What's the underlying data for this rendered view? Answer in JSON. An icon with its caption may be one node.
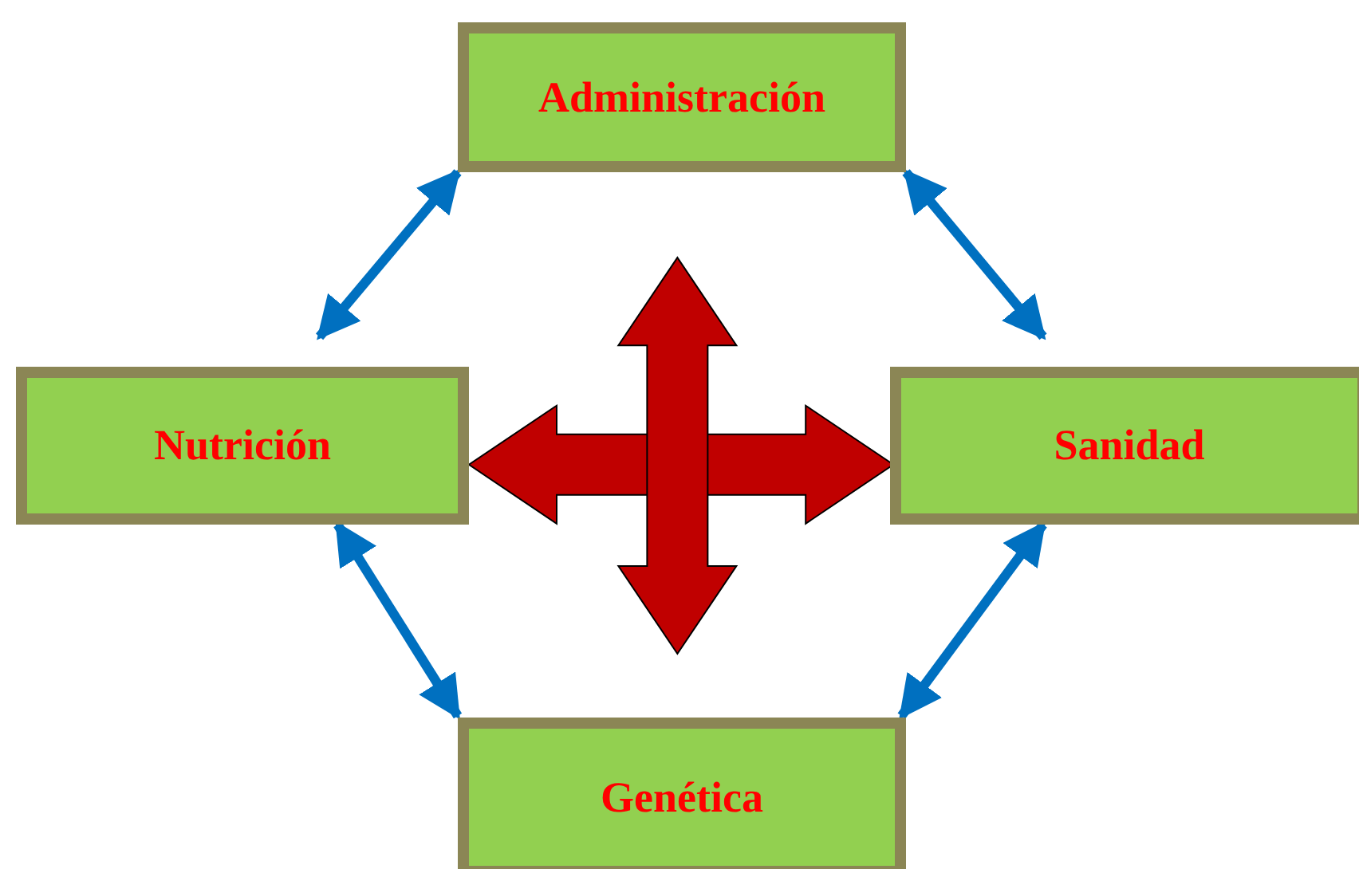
{
  "diagram": {
    "nodes": [
      {
        "text": [
          "Administración"
        ]
      },
      {
        "text": [
          "Nutrición"
        ]
      },
      {
        "text": [
          "Sanidad"
        ]
      },
      {
        "text": [
          "Genética"
        ]
      }
    ],
    "edges": [
      {
        "from": 0,
        "to": 1,
        "arrow": "both"
      },
      {
        "from": 0,
        "to": 2,
        "arrow": "both"
      },
      {
        "from": 1,
        "to": 3,
        "arrow": "both"
      },
      {
        "from": 2,
        "to": 3,
        "arrow": "both"
      },
      {
        "from": 1,
        "to": 2,
        "arrow": "both",
        "style": "thick",
        "color": "#c00000"
      },
      {
        "from": 0,
        "to": 3,
        "arrow": "both",
        "style": "thick",
        "color": "#c00000"
      }
    ]
  }
}
